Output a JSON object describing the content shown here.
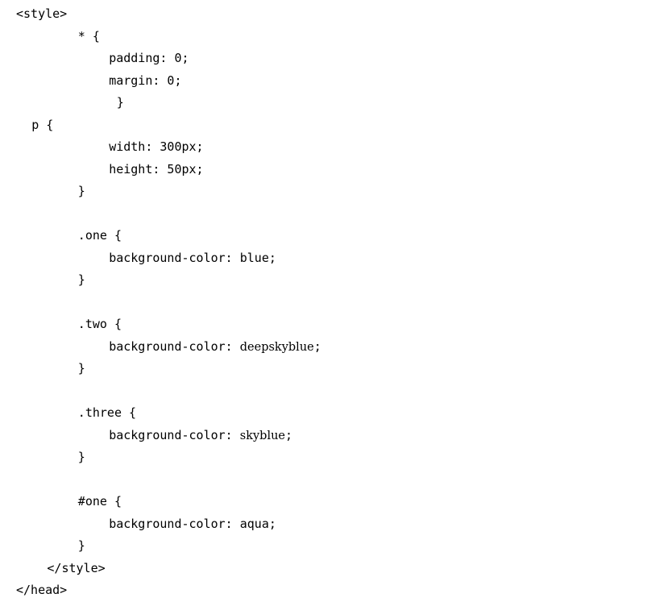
{
  "code": {
    "lines": [
      {
        "indent": 0,
        "text": "<style>"
      },
      {
        "indent": 8,
        "text": "* {"
      },
      {
        "indent": 12,
        "text": "padding: 0;"
      },
      {
        "indent": 12,
        "text": "margin: 0;"
      },
      {
        "indent": 13,
        "text": "}"
      },
      {
        "indent": 2,
        "text": "p {"
      },
      {
        "indent": 12,
        "text": "width: 300px;"
      },
      {
        "indent": 12,
        "text": "height: 50px;"
      },
      {
        "indent": 8,
        "text": "}"
      },
      {
        "indent": 0,
        "text": ""
      },
      {
        "indent": 8,
        "text": ".one {"
      },
      {
        "indent": 12,
        "text": "background-color: blue;"
      },
      {
        "indent": 8,
        "text": "}"
      },
      {
        "indent": 0,
        "text": ""
      },
      {
        "indent": 8,
        "text": ".two {"
      },
      {
        "indent": 12,
        "text": "background-color: ",
        "serif": "deepskyblue",
        "after": ";"
      },
      {
        "indent": 8,
        "text": "}"
      },
      {
        "indent": 0,
        "text": ""
      },
      {
        "indent": 8,
        "text": ".three {"
      },
      {
        "indent": 12,
        "text": "background-color: ",
        "serif": "skyblue",
        "after": ";"
      },
      {
        "indent": 8,
        "text": "}"
      },
      {
        "indent": 0,
        "text": ""
      },
      {
        "indent": 8,
        "text": "#one {"
      },
      {
        "indent": 12,
        "text": "background-color: aqua;"
      },
      {
        "indent": 8,
        "text": "}"
      },
      {
        "indent": 4,
        "text": "</style>"
      },
      {
        "indent": 0,
        "text": "</head>"
      }
    ]
  }
}
